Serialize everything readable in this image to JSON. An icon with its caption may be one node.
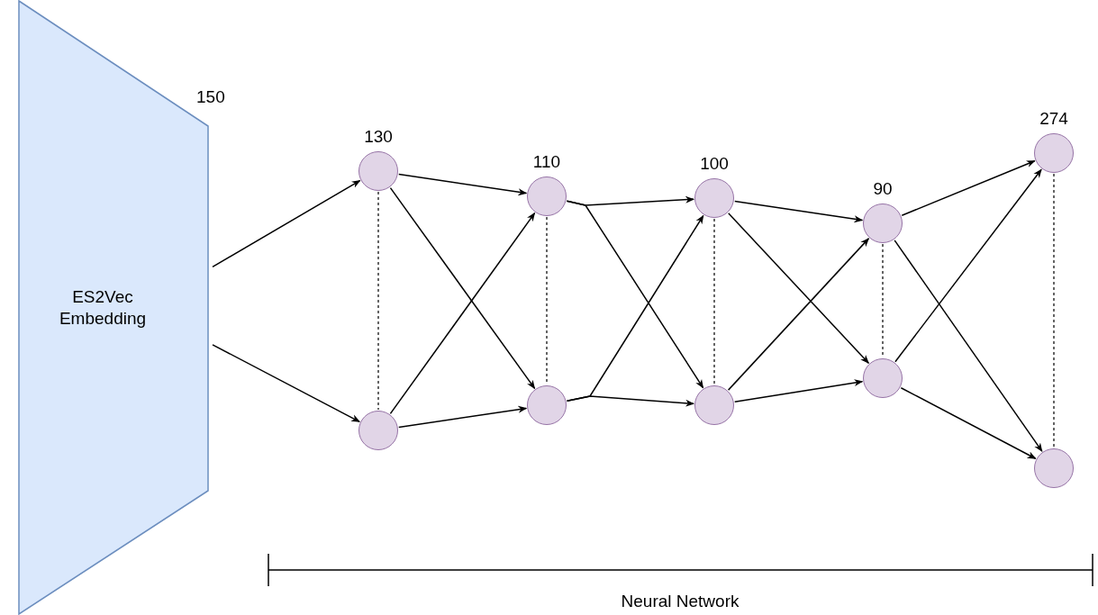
{
  "diagram": {
    "nodes": [
      {
        "text": [
          "ES2Vec Embedding"
        ],
        "beside": [
          "150"
        ]
      },
      {
        "text": [],
        "shape": "circle",
        "beside": [
          "130"
        ]
      },
      {
        "text": [],
        "shape": "circle"
      },
      {
        "text": [],
        "shape": "circle",
        "beside": [
          "110"
        ]
      },
      {
        "text": [],
        "shape": "circle"
      },
      {
        "text": [],
        "shape": "circle",
        "beside": [
          "100"
        ]
      },
      {
        "text": [],
        "shape": "circle"
      },
      {
        "text": [],
        "shape": "circle",
        "beside": [
          "90"
        ]
      },
      {
        "text": [],
        "shape": "circle"
      },
      {
        "text": [],
        "shape": "circle",
        "beside": [
          "274"
        ]
      },
      {
        "text": [],
        "shape": "circle"
      }
    ],
    "edges": [
      {
        "from": 0,
        "to": 1,
        "arrow": "to"
      },
      {
        "from": 0,
        "to": 2,
        "arrow": "to"
      },
      {
        "from": 1,
        "to": 3,
        "arrow": "to"
      },
      {
        "from": 1,
        "to": 4,
        "arrow": "to"
      },
      {
        "from": 2,
        "to": 3,
        "arrow": "to"
      },
      {
        "from": 2,
        "to": 4,
        "arrow": "to"
      },
      {
        "from": 3,
        "to": 5,
        "arrow": "to"
      },
      {
        "from": 3,
        "to": 6,
        "arrow": "to"
      },
      {
        "from": 4,
        "to": 5,
        "arrow": "to"
      },
      {
        "from": 4,
        "to": 6,
        "arrow": "to"
      },
      {
        "from": 5,
        "to": 7,
        "arrow": "to"
      },
      {
        "from": 5,
        "to": 8,
        "arrow": "to"
      },
      {
        "from": 6,
        "to": 7,
        "arrow": "to"
      },
      {
        "from": 6,
        "to": 8,
        "arrow": "to"
      },
      {
        "from": 7,
        "to": 9,
        "arrow": "to"
      },
      {
        "from": 7,
        "to": 10,
        "arrow": "to"
      },
      {
        "from": 8,
        "to": 9,
        "arrow": "to"
      },
      {
        "from": 8,
        "to": 10,
        "arrow": "to"
      },
      {
        "from": 1,
        "to": 2,
        "arrow": "none",
        "style": "dashed"
      },
      {
        "from": 3,
        "to": 4,
        "arrow": "none",
        "style": "dashed"
      },
      {
        "from": 5,
        "to": 6,
        "arrow": "none",
        "style": "dashed"
      },
      {
        "from": 7,
        "to": 8,
        "arrow": "none",
        "style": "dashed"
      },
      {
        "from": 9,
        "to": 10,
        "arrow": "none",
        "style": "dashed"
      }
    ],
    "labels": [
      "Neural Network"
    ]
  }
}
